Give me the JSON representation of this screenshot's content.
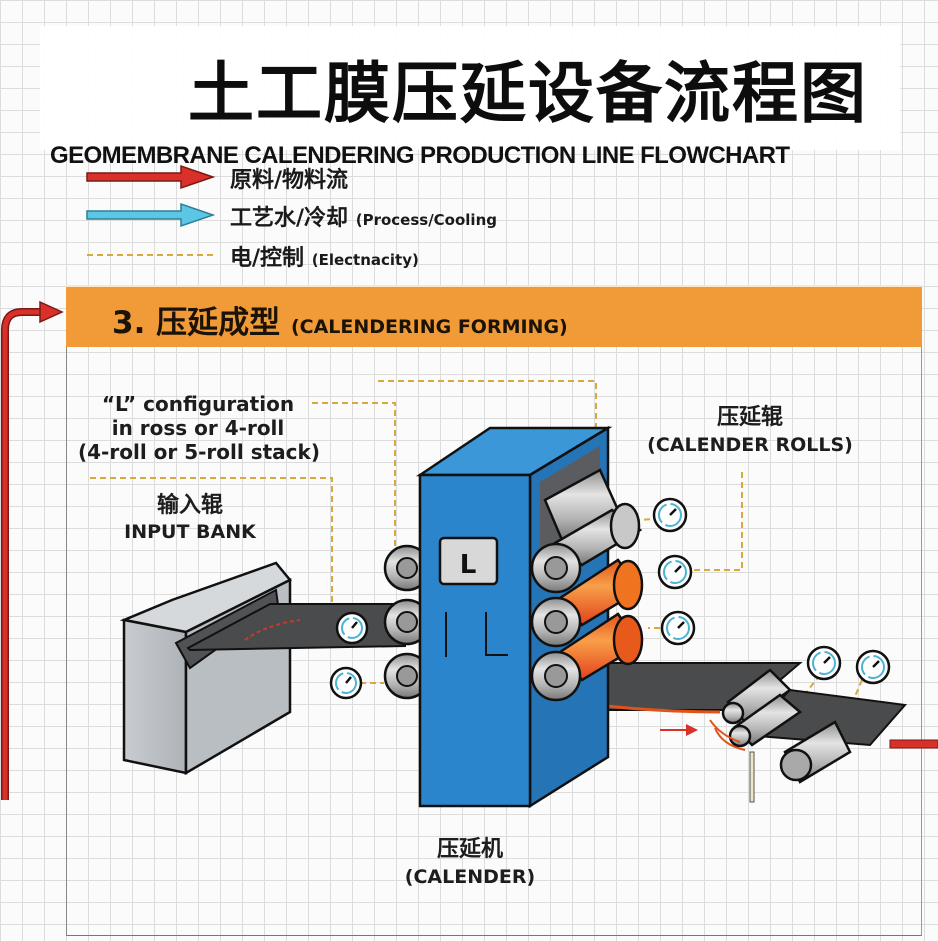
{
  "header": {
    "title_cn": "土工膜压延设备流程图",
    "title_en": "GEOMEMBRANE CALENDERING PRODUCTION LINE FLOWCHART"
  },
  "legend": {
    "items": [
      {
        "type": "red-arrow",
        "label_cn": "原料/物料流",
        "label_en": "",
        "color": "#d9302a"
      },
      {
        "type": "blue-arrow",
        "label_cn": "工艺水/冷却",
        "label_en": "(Process/Cooling",
        "color": "#5cc6e4"
      },
      {
        "type": "dashed-line",
        "label_cn": "电/控制",
        "label_en": "(Electnacity)",
        "color": "#d9a93a"
      }
    ]
  },
  "section": {
    "number_title": "3. 压延成型",
    "subtitle": "(CALENDERING FORMING)",
    "banner_color": "#f19a38"
  },
  "labels": {
    "config_line1": "“L” configuration",
    "config_line2": "in ross or 4-roll",
    "config_line3": "(4-roll or 5-roll stack)",
    "input_cn": "输入辊",
    "input_en": "INPUT BANK",
    "rolls_cn": "压延辊",
    "rolls_en": "(CALENDER ROLLS)",
    "calender_cn": "压延机",
    "calender_en": "(CALENDER)",
    "plate_letter": "L"
  },
  "colors": {
    "machine_blue": "#2b7fc6",
    "hot_roll": "#f0741f",
    "steel_roll": "#b9b9b9",
    "sheet": "#4a4b4d",
    "flow_red": "#d9302a",
    "control_dash": "#d9a93a"
  }
}
